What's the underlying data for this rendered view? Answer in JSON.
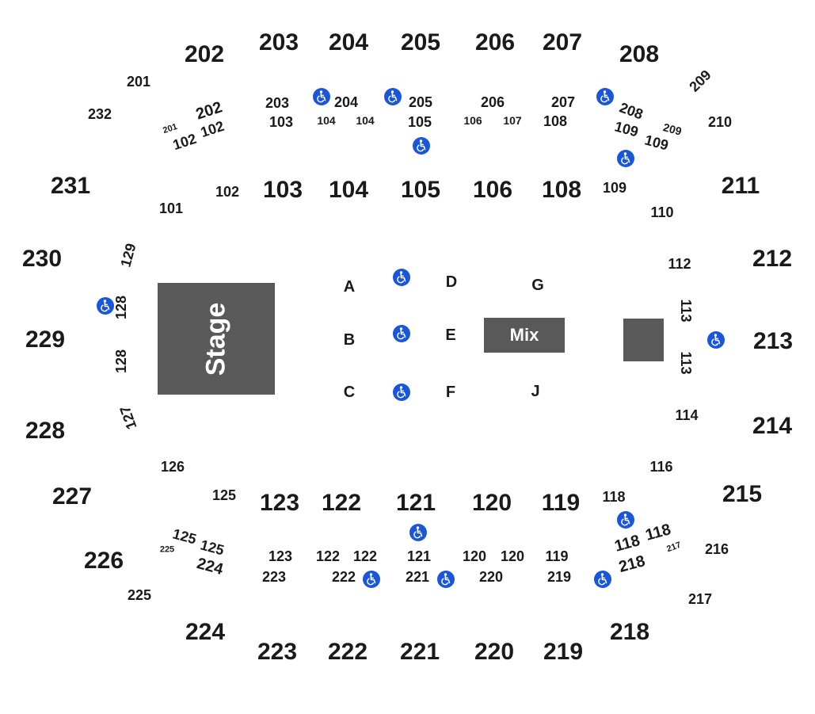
{
  "colors": {
    "accessible": "#1a56db",
    "block": "#595959",
    "text": "#1a1a1a"
  },
  "stage": {
    "label": "Stage"
  },
  "mix": {
    "label": "Mix"
  },
  "floor_rows": [
    "A",
    "B",
    "C",
    "D",
    "E",
    "F",
    "G",
    "J"
  ],
  "labels": [
    "202",
    "203",
    "204",
    "205",
    "206",
    "207",
    "208",
    "201",
    "232",
    "203",
    "204",
    "205",
    "206",
    "207",
    "208",
    "103",
    "104",
    "104",
    "105",
    "106",
    "107",
    "108",
    "202",
    "201",
    "102",
    "102",
    "109",
    "109",
    "209",
    "209",
    "210",
    "231",
    "102",
    "103",
    "104",
    "105",
    "106",
    "108",
    "109",
    "211",
    "101",
    "110",
    "230",
    "212",
    "129",
    "112",
    "128",
    "229",
    "213",
    "113",
    "113",
    "128",
    "127",
    "228",
    "114",
    "214",
    "126",
    "116",
    "227",
    "125",
    "123",
    "122",
    "121",
    "120",
    "119",
    "118",
    "215",
    "125",
    "125",
    "225",
    "226",
    "224",
    "123",
    "122",
    "122",
    "121",
    "120",
    "120",
    "119",
    "118",
    "118",
    "217",
    "216",
    "223",
    "222",
    "221",
    "220",
    "219",
    "218",
    "225",
    "217",
    "224",
    "223",
    "222",
    "221",
    "220",
    "219",
    "218"
  ],
  "icons": {
    "accessible": "wheelchair-icon"
  }
}
